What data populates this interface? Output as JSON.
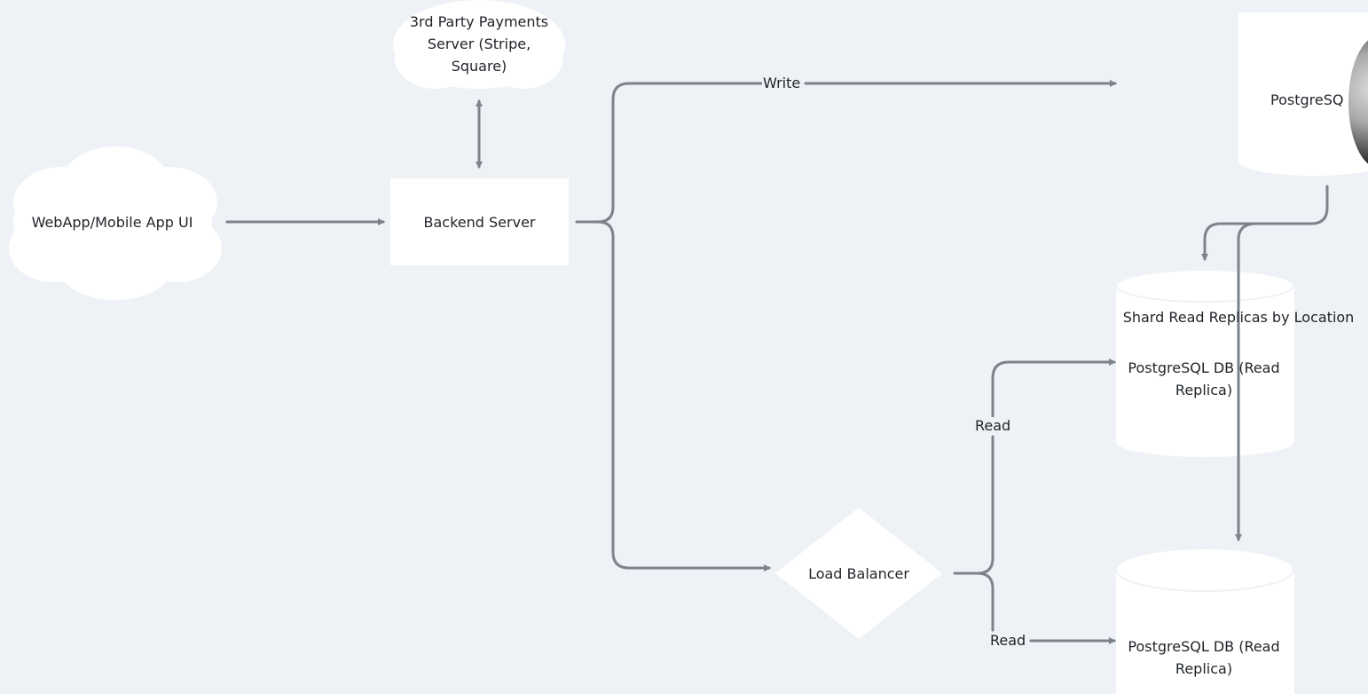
{
  "nodes": {
    "client": "WebApp/Mobile App UI",
    "payments": "3rd Party Payments Server (Stripe, Square)",
    "backend": "Backend Server",
    "primary_db": "PostgreSQ",
    "load_balancer": "Load Balancer",
    "shard_label": "Shard Read Replicas by Location",
    "replica_1": "PostgreSQL DB (Read Replica)",
    "replica_2": "PostgreSQL DB (Read Replica)"
  },
  "edges": {
    "write": "Write",
    "read_1": "Read",
    "read_2": "Read"
  },
  "colors": {
    "background": "#eef1f6",
    "node_fill": "#ffffff",
    "connector": "#7d838c"
  }
}
